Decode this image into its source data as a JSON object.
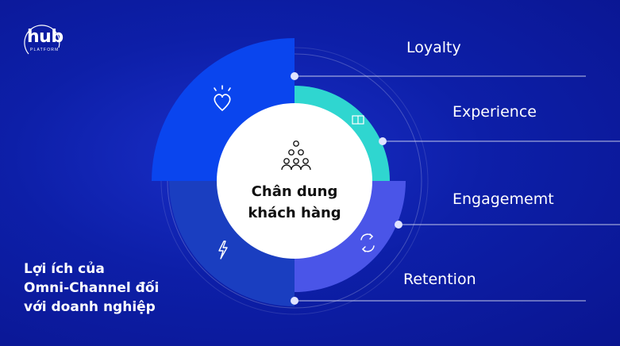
{
  "logo": {
    "main": "hub",
    "sub": "PLATFORM"
  },
  "center": {
    "line1": "Chân dung",
    "line2": "khách hàng"
  },
  "segments": [
    {
      "label": "Loyalty",
      "color": "#0a45ee",
      "icon": "heart-icon"
    },
    {
      "label": "Experience",
      "color": "#2fd6d0",
      "icon": "book-icon"
    },
    {
      "label": "Engagememt",
      "color": "#4a55e8",
      "icon": "refresh-icon"
    },
    {
      "label": "Retention",
      "color": "#1a3ec0",
      "icon": "lightning-icon"
    }
  ],
  "side_title": {
    "line1": "Lợi ích của",
    "line2": "Omni-Channel đối",
    "line3": "với doanh nghiệp"
  }
}
